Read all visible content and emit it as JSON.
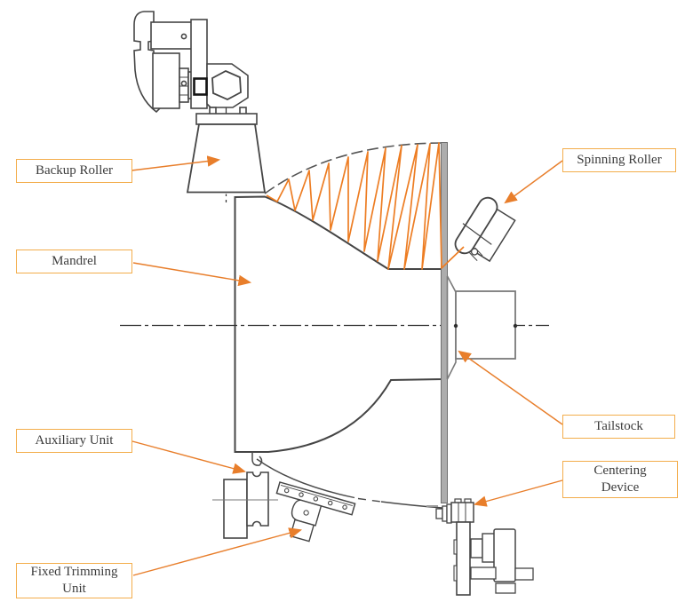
{
  "diagram": {
    "labels": {
      "backup_roller": {
        "text": "Backup Roller"
      },
      "mandrel": {
        "text": "Mandrel"
      },
      "spinning_roller": {
        "text": "Spinning Roller"
      },
      "tailstock": {
        "text": "Tailstock"
      },
      "auxiliary_unit": {
        "text": "Auxiliary Unit"
      },
      "fixed_trimming_unit": {
        "text": "Fixed Trimming\nUnit"
      },
      "centering_device": {
        "text": "Centering\nDevice"
      }
    },
    "colors": {
      "leader_arrow": "#E87E2B",
      "label_border": "#F3AD4B",
      "roller_path_orange": "#ED7D23",
      "drawing_dark": "#454545",
      "drawing_gray": "#7a7a7a",
      "blank_plate_fill": "#ADADAD",
      "text": "#3C3C3C"
    }
  }
}
